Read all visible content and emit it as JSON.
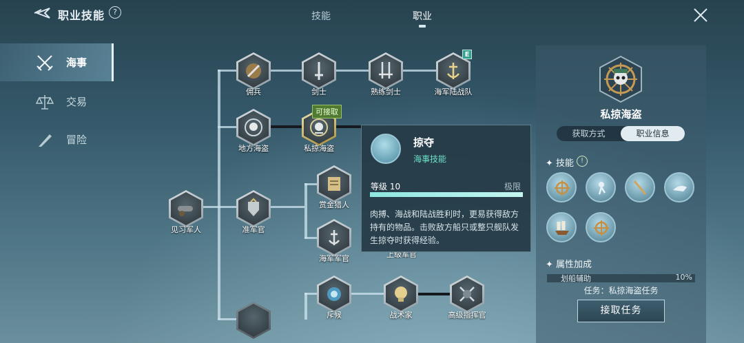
{
  "header": {
    "title": "职业技能",
    "help": "?",
    "tabs": [
      {
        "label": "技能",
        "active": false
      },
      {
        "label": "职业",
        "active": true
      }
    ]
  },
  "sidebar": {
    "items": [
      {
        "label": "海事",
        "icon": "crossed-swords-icon",
        "active": true
      },
      {
        "label": "交易",
        "icon": "scales-icon",
        "active": false
      },
      {
        "label": "冒险",
        "icon": "quill-icon",
        "active": false
      }
    ]
  },
  "tree": {
    "nodes": {
      "mercenary": "佣兵",
      "swordsman": "剑士",
      "skilled_swordsman": "熟练剑士",
      "marine": "海军陆战队",
      "local_pirate": "地方海盗",
      "privateer": "私掠海盗",
      "bounty_hunter": "赏金猎人",
      "apprentice": "见习军人",
      "quasi_officer": "准军官",
      "naval_officer": "海军军官",
      "senior_officer": "上级军官",
      "scout": "斥候",
      "tactician": "战术家",
      "senior_commander": "高级指挥官"
    },
    "marine_badge": "E",
    "available_badge": "可接取"
  },
  "tooltip": {
    "title": "掠夺",
    "subtitle": "海事技能",
    "level_label": "等级 10",
    "max_label": "极限",
    "level_progress": 1.0,
    "description": "肉搏、海战和陆战胜利时，更易获得敌方持有的物品。击败敌方船只或整只舰队发生掠夺时获得经验。"
  },
  "panel": {
    "name": "私掠海盗",
    "segment": {
      "left": "获取方式",
      "right": "职业信息",
      "active": "职业信息"
    },
    "skills_title": "✦ 技能",
    "skills_alert": "!",
    "skills": [
      "ship-wheel-icon",
      "plunder-icon",
      "oar-icon",
      "shark-swim-icon",
      "galleon-icon",
      "ship-wheel-sparkle-icon"
    ],
    "attributes_title": "✦ 属性加成",
    "attribute_row": {
      "name": "划船辅助",
      "value": "10%"
    },
    "mission": "任务：私掠海盗任务",
    "accept_button": "接取任务"
  }
}
